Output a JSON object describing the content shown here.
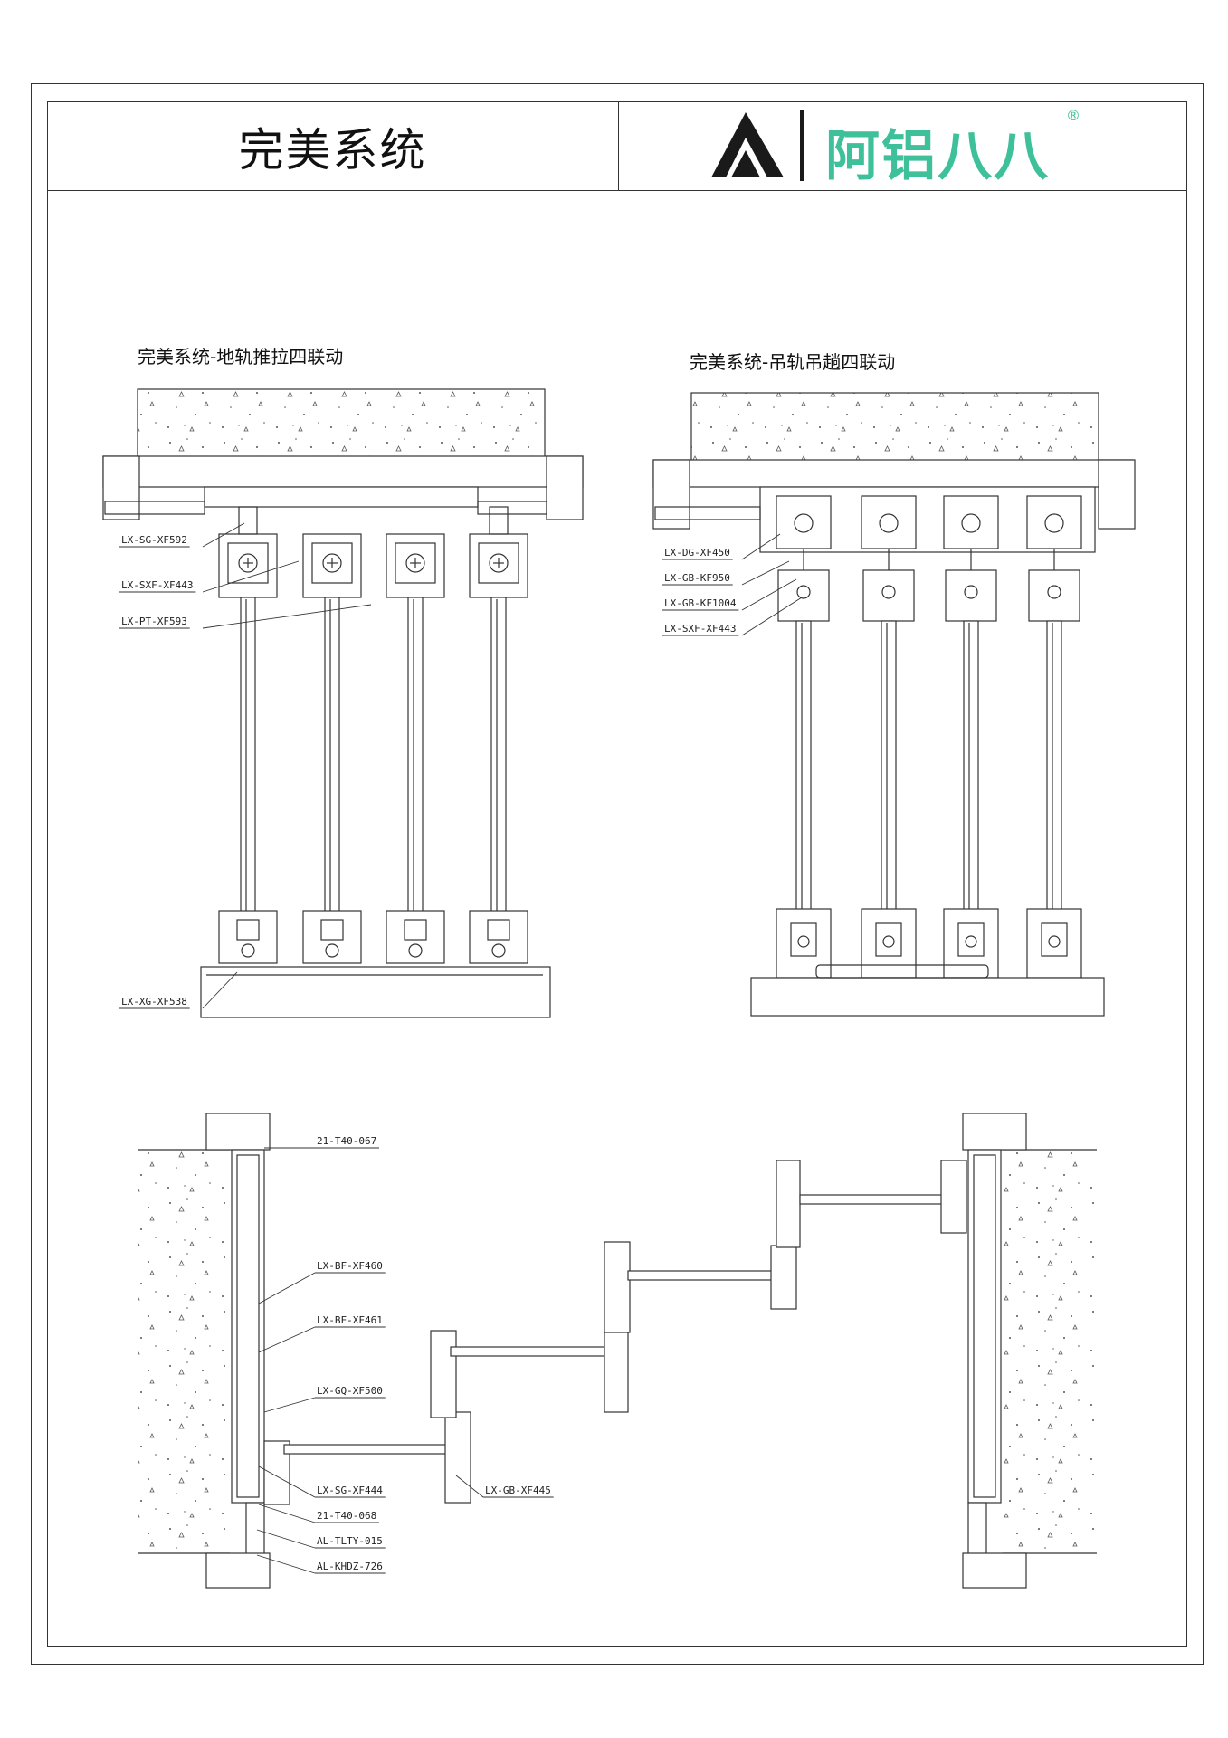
{
  "header": {
    "title": "完美系统",
    "brand_name": "阿铝八八",
    "registered_mark": "®",
    "brand_color": "#3ec09a"
  },
  "diagrams": {
    "floor_track": {
      "title": "完美系统-地轨推拉四联动",
      "labels": [
        "LX-SG-XF592",
        "LX-SXF-XF443",
        "LX-PT-XF593",
        "LX-XG-XF538"
      ]
    },
    "hanging_track": {
      "title": "完美系统-吊轨吊趟四联动",
      "labels": [
        "LX-DG-XF450",
        "LX-GB-KF950",
        "LX-GB-KF1004",
        "LX-SXF-XF443"
      ]
    },
    "plan": {
      "labels_left": [
        "21-T40-067",
        "LX-BF-XF460",
        "LX-BF-XF461",
        "LX-GQ-XF500",
        "LX-SG-XF444",
        "21-T40-068",
        "AL-TLTY-015",
        "AL-KHDZ-726"
      ],
      "label_center": "LX-GB-XF445"
    }
  },
  "colors": {
    "line": "#333333",
    "concrete_dots": "#555555"
  }
}
